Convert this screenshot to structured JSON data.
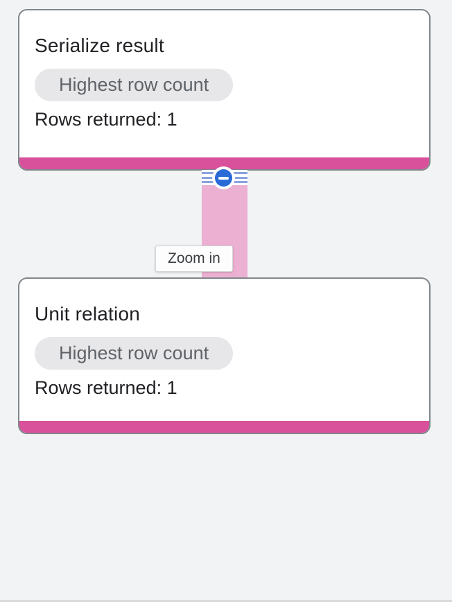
{
  "colors": {
    "background": "#f1f3f4",
    "card_bg": "#ffffff",
    "card_border": "#80868b",
    "accent_bar": "#d9509b",
    "edge_band": "#ecb1d2",
    "edge_lines": "#8ba3de",
    "collapse_icon_bg": "#2b6bd7",
    "badge_bg": "#e7e7e9",
    "badge_text": "#5f6368",
    "title_text": "#202124",
    "body_text": "#202124",
    "tooltip_bg": "#fdfdfe",
    "tooltip_border": "#d3d4d6",
    "tooltip_text": "#3c4043",
    "bottom_edge": "#d8dadc"
  },
  "nodes": [
    {
      "title": "Serialize result",
      "badge": "Highest row count",
      "rows_label": "Rows returned: 1"
    },
    {
      "title": "Unit relation",
      "badge": "Highest row count",
      "rows_label": "Rows returned: 1"
    }
  ],
  "edge": {
    "tooltip": "Zoom in",
    "collapse_icon": "minus-icon"
  }
}
